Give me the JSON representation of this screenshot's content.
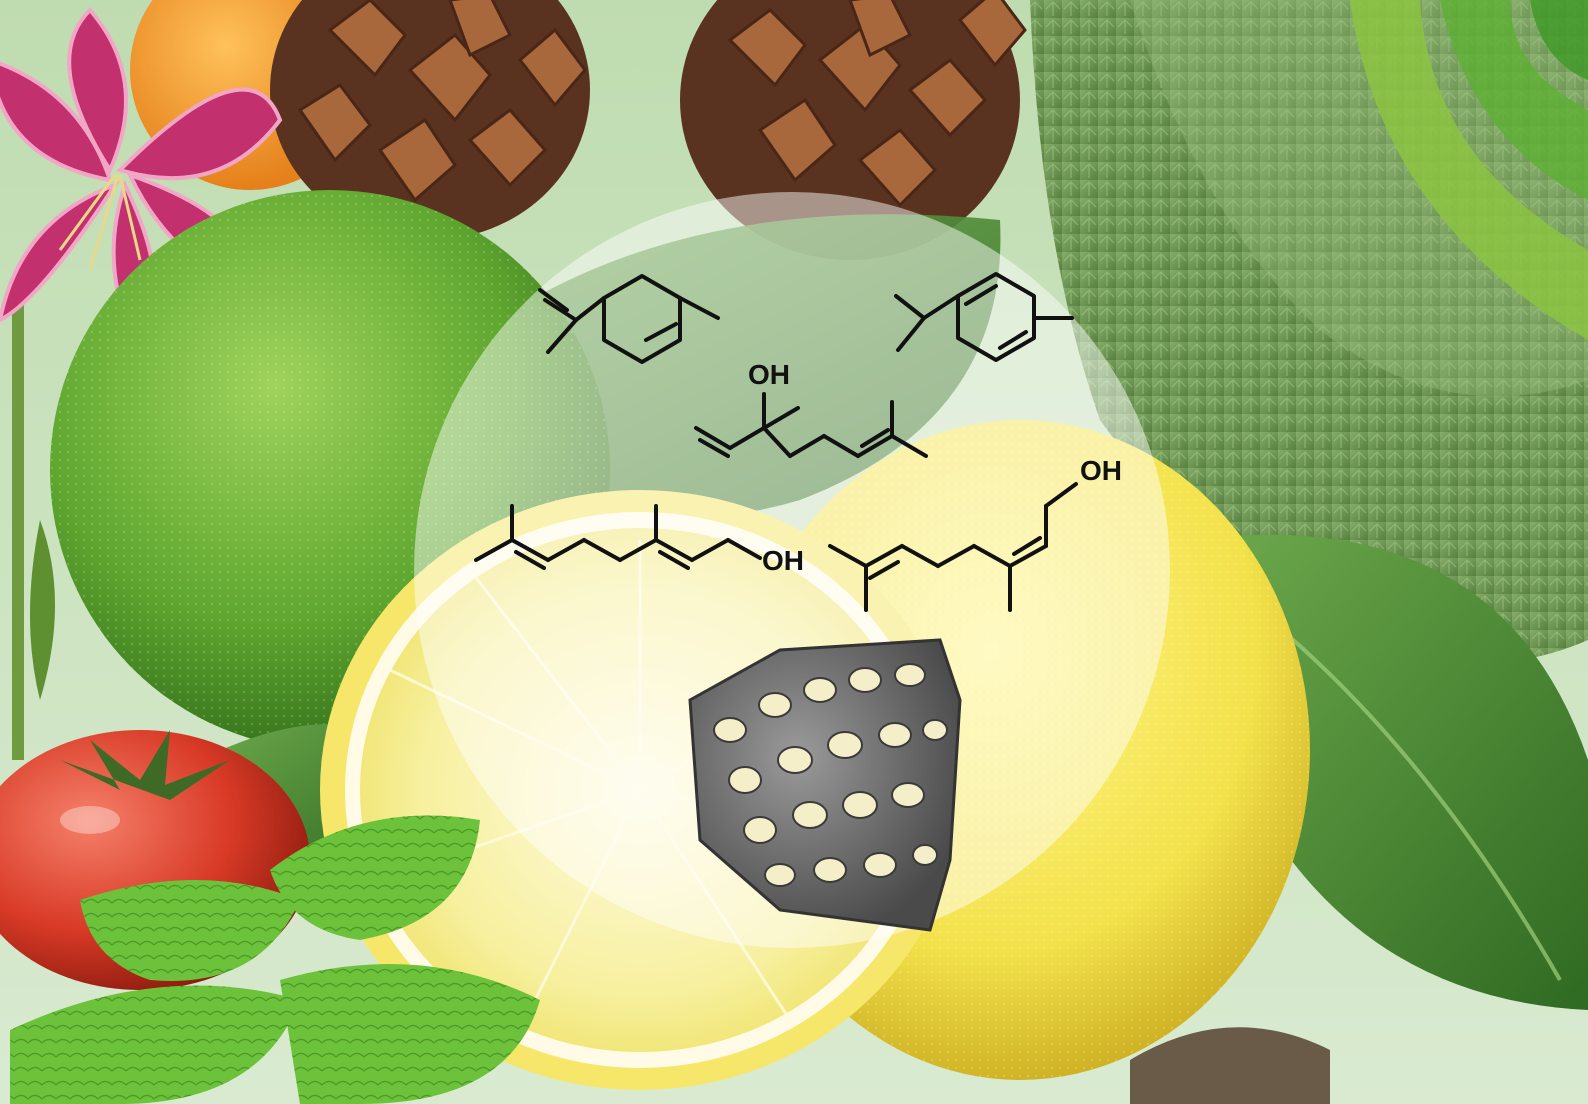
{
  "scene": {
    "type": "photo-collage",
    "subjects": [
      "lily-flower",
      "orange",
      "pine-cone",
      "lime",
      "lemon",
      "lemon-half",
      "leaves",
      "tomato",
      "mint",
      "conifer-foliage",
      "porous-lattice-structure"
    ]
  },
  "molecules": {
    "limonene_hint": "",
    "linalool_label": "OH",
    "geraniol_label": "OH",
    "nerol_label": "OH"
  },
  "colors": {
    "lime": "#5fa72f",
    "lemon": "#f3e24a",
    "lemon_flesh": "#f7f0a0",
    "leaf": "#4e8a35",
    "conifer": "#6f9a55",
    "tomato": "#d83a26",
    "mint": "#6cc23a",
    "lily": "#c2306e",
    "orange": "#f39a25",
    "pinecone": "#7a4a2a",
    "lattice": "#666666",
    "bond": "#111111",
    "accent_green": "#8cc63f"
  }
}
